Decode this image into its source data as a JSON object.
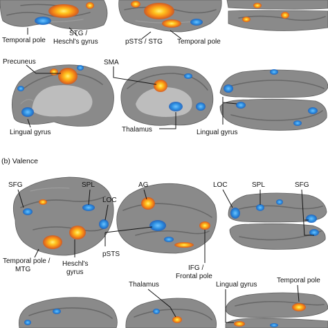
{
  "panel_b_title": "(b) Valence",
  "labels": {
    "temporal_pole_a1": "Temporal pole",
    "stg_line1": "STG /",
    "stg_line2": "Heschl's gyrus",
    "psts_stg": "pSTS / STG",
    "temporal_pole_a2": "Temporal pole",
    "precuneus": "Precuneus",
    "sma": "SMA",
    "lingual_gyrus_a1": "Lingual gyrus",
    "thalamus_a": "Thalamus",
    "lingual_gyrus_a2": "Lingual gyrus",
    "sfg_b1": "SFG",
    "spl_b1": "SPL",
    "loc_b1": "LOC",
    "ag": "AG",
    "loc_b2": "LOC",
    "spl_b2": "SPL",
    "sfg_b2": "SFG",
    "psts_b": "pSTS",
    "temporal_pole_mtg_line1": "Temporal pole /",
    "temporal_pole_mtg_line2": "MTG",
    "heschls_line1": "Heschl's",
    "heschls_line2": "gyrus",
    "ifg_line1": "IFG /",
    "ifg_line2": "Frontal pole",
    "thalamus_b": "Thalamus",
    "lingual_gyrus_b": "Lingual gyrus",
    "temporal_pole_b": "Temporal pole"
  },
  "colors": {
    "background": "#ffffff",
    "cortex": "#8a8a8a",
    "medial_wall": "#bdbdbd",
    "positive_activation": "#f08a1c",
    "positive_peak": "#ffd23a",
    "negative_activation": "#2a8de0",
    "text": "#111111"
  }
}
